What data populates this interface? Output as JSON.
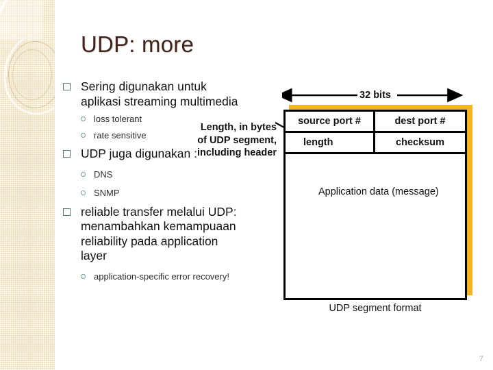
{
  "slide": {
    "title": "UDP: more",
    "page_number": "7",
    "title_color": "#41231a",
    "accent_color": "#f3b521",
    "bullet_marker_color": "#55797f",
    "band_color": "#eedfbc"
  },
  "bullets": [
    {
      "level": 1,
      "text": "Sering digunakan untuk aplikasi streaming multimedia",
      "marker": "square-bullet"
    },
    {
      "level": 2,
      "text": "loss tolerant",
      "marker": "circle-bullet"
    },
    {
      "level": 2,
      "text": "rate sensitive",
      "marker": "circle-bullet"
    },
    {
      "level": 1,
      "text": "UDP juga digunakan :",
      "marker": "square-bullet"
    },
    {
      "level": 2,
      "text": "DNS",
      "marker": "circle-bullet"
    },
    {
      "level": 2,
      "text": "SNMP",
      "marker": "circle-bullet"
    },
    {
      "level": 1,
      "text": "reliable transfer melalui UDP: menambahkan kemampuaan reliability pada application layer",
      "marker": "square-bullet"
    },
    {
      "level": 2,
      "text": "application-specific error recovery!",
      "marker": "circle-bullet"
    }
  ],
  "diagram": {
    "width_label": "32 bits",
    "callout_text": "Length, in bytes of UDP segment, including header",
    "header_rows": [
      {
        "left": "source port #",
        "right": "dest port #"
      },
      {
        "left": "length",
        "right": "checksum"
      }
    ],
    "payload_label": "Application data (message)",
    "caption": "UDP segment format"
  }
}
